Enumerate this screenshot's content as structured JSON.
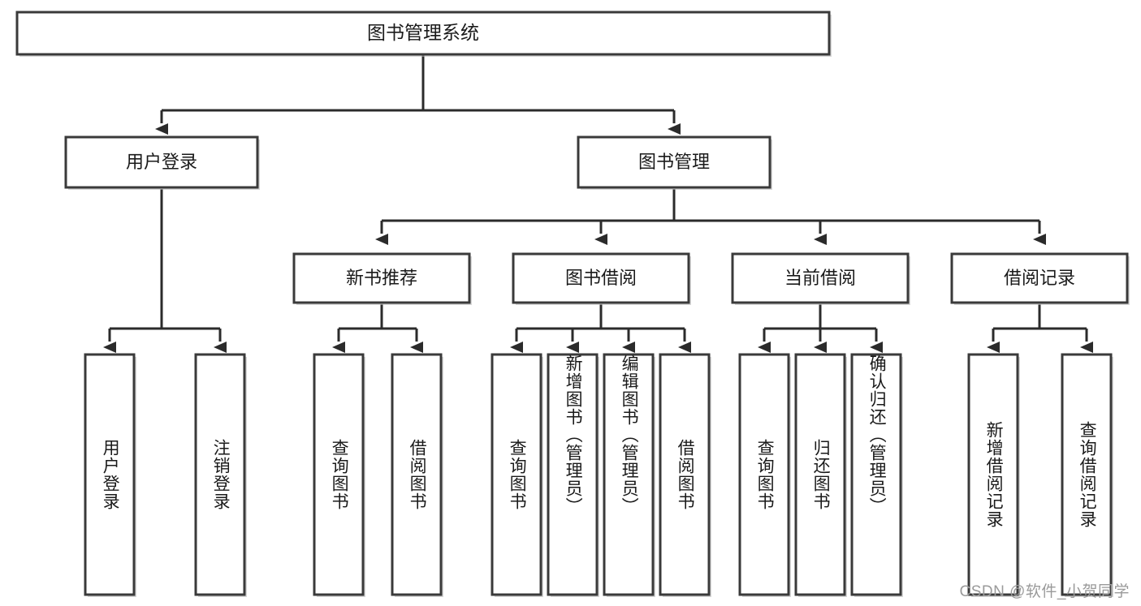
{
  "diagram": {
    "type": "hierarchy-tree",
    "title": "图书管理系统",
    "orientation": "top-down",
    "levels": 4,
    "colors": {
      "box_stroke": "#3a3a3a",
      "box_fill": "#ffffff",
      "connector": "#2b2b2b",
      "background": "#ffffff",
      "watermark": "#9a9a9a"
    },
    "root": {
      "id": "root",
      "label": "图书管理系统"
    },
    "level2": [
      {
        "id": "user-login",
        "label": "用户登录"
      },
      {
        "id": "book-manage",
        "label": "图书管理"
      }
    ],
    "level3": [
      {
        "id": "new-book-recommend",
        "label": "新书推荐",
        "parent": "book-manage"
      },
      {
        "id": "book-borrow",
        "label": "图书借阅",
        "parent": "book-manage"
      },
      {
        "id": "current-borrow",
        "label": "当前借阅",
        "parent": "book-manage"
      },
      {
        "id": "borrow-record",
        "label": "借阅记录",
        "parent": "book-manage"
      }
    ],
    "leaves": [
      {
        "id": "leaf-user-login",
        "label": "用户登录",
        "parent": "user-login"
      },
      {
        "id": "leaf-logout-login",
        "label": "注销登录",
        "parent": "user-login"
      },
      {
        "id": "leaf-query-book-1",
        "label": "查询图书",
        "parent": "new-book-recommend"
      },
      {
        "id": "leaf-borrow-book-1",
        "label": "借阅图书",
        "parent": "new-book-recommend"
      },
      {
        "id": "leaf-query-book-2",
        "label": "查询图书",
        "parent": "book-borrow"
      },
      {
        "id": "leaf-add-book",
        "label": "新增图书（管理员）",
        "parent": "book-borrow"
      },
      {
        "id": "leaf-edit-book",
        "label": "编辑图书（管理员）",
        "parent": "book-borrow"
      },
      {
        "id": "leaf-borrow-book-2",
        "label": "借阅图书",
        "parent": "book-borrow"
      },
      {
        "id": "leaf-query-book-3",
        "label": "查询图书",
        "parent": "current-borrow"
      },
      {
        "id": "leaf-return-book",
        "label": "归还图书",
        "parent": "current-borrow"
      },
      {
        "id": "leaf-confirm-return",
        "label": "确认归还（管理员）",
        "parent": "current-borrow"
      },
      {
        "id": "leaf-add-record",
        "label": "新增借阅记录",
        "parent": "borrow-record"
      },
      {
        "id": "leaf-query-record",
        "label": "查询借阅记录",
        "parent": "borrow-record"
      }
    ]
  },
  "watermark": {
    "text": "CSDN @软件_小贺同学"
  }
}
